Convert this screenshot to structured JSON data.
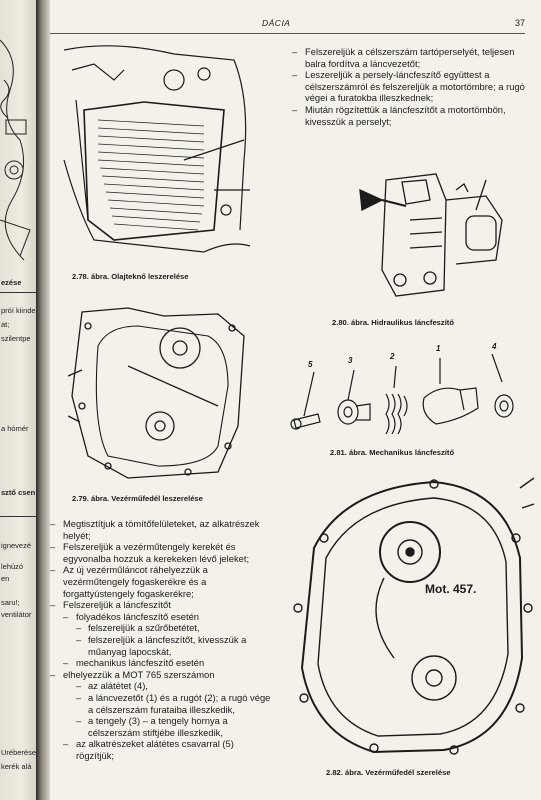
{
  "header": {
    "title": "DÁCIA",
    "page_number": "37"
  },
  "prev_page": {
    "fragments": [
      "ezése",
      "próí kiinde",
      "at;",
      "szilentpe",
      "a hómér",
      "sztő csen",
      "ignevezé",
      "lehúzó",
      "en",
      "saru!;",
      "ventilátor",
      "Uréberése",
      "kerék alá"
    ]
  },
  "figures": {
    "f278": {
      "caption": "2.78. ábra. Olajteknő leszerelése"
    },
    "f279": {
      "caption": "2.79. ábra. Vezérműfedél leszerelése"
    },
    "f280": {
      "caption": "2.80. ábra. Hidraulikus láncfeszítő"
    },
    "f281": {
      "caption": "2.81. ábra. Mechanikus láncfeszítő",
      "callouts": [
        "5",
        "3",
        "2",
        "1",
        "4"
      ]
    },
    "f282": {
      "caption": "2.82. ábra. Vezérműfedél szerelése",
      "label": "Mot. 457."
    }
  },
  "right_top_items": [
    "Felszereljük a célszerszám tartóperselyét, teljesen balra fordítva a láncvezetőt;",
    "Leszereljük a persely-láncfeszítő együttest a célszerszámról és felszereljük a motortömbre; a rugó végei a furatokba illeszkednek;",
    "Miután rögzítettük a láncfeszítőt a motortömbön, kivesszük a perselyt;"
  ],
  "left_bottom_items": [
    {
      "level": 0,
      "text": "Megtisztítjuk a tömítőfelületeket, az alkatrészek helyét;"
    },
    {
      "level": 0,
      "text": "Felszereljük a vezérműtengely kerekét és egyvonalba hozzuk a kerekeken lévő jeleket;"
    },
    {
      "level": 0,
      "text": "Az új vezérműláncot ráhelyezzük a vezérműtengely fogaskerékre és a forgattyústengely fogaskerékre;"
    },
    {
      "level": 0,
      "text": "Felszereljük a láncfeszítőt"
    },
    {
      "level": 1,
      "text": "folyadékos láncfeszítő esetén"
    },
    {
      "level": 2,
      "text": "felszereljük a szűrőbetétet,"
    },
    {
      "level": 2,
      "text": "felszereljük a láncfeszítőt, kivesszük a műanyag lapocskát,"
    },
    {
      "level": 1,
      "text": "mechanikus láncfeszítő esetén"
    },
    {
      "level": 0,
      "text": "elhelyezzük a MOT 765 szerszámon"
    },
    {
      "level": 2,
      "text": "az alátétet (4),"
    },
    {
      "level": 2,
      "text": "a láncvezetőt (1) és a rugót (2); a rugó vége a célszerszám furataiba illeszkedik,"
    },
    {
      "level": 2,
      "text": "a tengely (3) – a tengely hornya a célszerszám stiftjébe illeszkedik,"
    },
    {
      "level": 1,
      "text": "az alkatrészeket alátétes csavarral (5) rögzítjük;"
    }
  ]
}
